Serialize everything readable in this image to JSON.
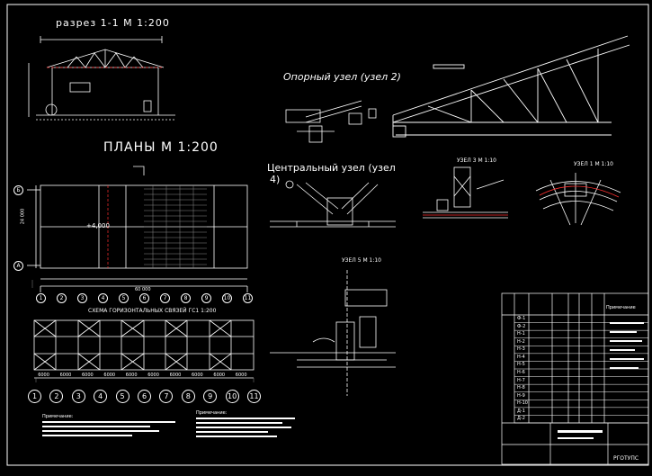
{
  "colors": {
    "background": "#000000",
    "lines": "#ffffff",
    "accent_red": "#ff3030",
    "grid_grey": "#8a8a8a"
  },
  "titles": {
    "section": "разрез 1-1 М 1:200",
    "plans": "ПЛАНЫ М 1:200",
    "support_node": "Опорный узел (узел 2)",
    "central_node_line1": "Центральный узел (узел",
    "central_node_line2": "4)",
    "node3": "УЗЕЛ 3  М 1:10",
    "node1": "УЗЕЛ 1  М 1:10",
    "node5": "УЗЕЛ 5  М 1:10",
    "bracing_scheme": "СХЕМА ГОРИЗОНТАЛЬНЫХ СВЯЗЕЙ ГС1 1:200"
  },
  "plan": {
    "elevation": "+4,000",
    "width_dim": "24 000",
    "total_dim": "60 000",
    "axes_rows": [
      "Б",
      "А"
    ],
    "axes_cols": [
      "1",
      "2",
      "3",
      "4",
      "5",
      "6",
      "7",
      "8",
      "9",
      "10",
      "11"
    ]
  },
  "bracing": {
    "axes": [
      "1",
      "2",
      "3",
      "4",
      "5",
      "6",
      "7",
      "8",
      "9",
      "10",
      "11"
    ],
    "span_dims": [
      "6000",
      "6000",
      "6000",
      "6000",
      "6000",
      "6000",
      "6000",
      "6000",
      "6000",
      "6000"
    ]
  },
  "notes": {
    "left_heading": "Примечание:",
    "right_heading": "Примечание:"
  },
  "spec": {
    "heading": "Примечание",
    "marks": [
      "Ф-1",
      "Ф-2",
      "Н-1",
      "Н-2",
      "Н-3",
      "Н-4",
      "Н-5",
      "Н-6",
      "Н-7",
      "Н-8",
      "Н-9",
      "Н-10",
      "Д-1",
      "Д-2"
    ]
  },
  "stamp": {
    "organization": "РГОТУПС"
  }
}
